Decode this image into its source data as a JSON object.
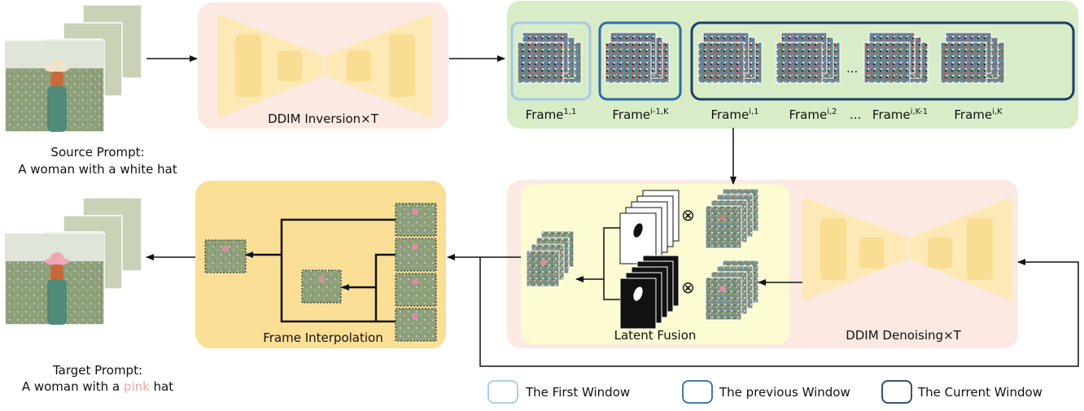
{
  "source_prompt": {
    "label": "Source Prompt:",
    "text": "A woman with a white hat"
  },
  "target_prompt": {
    "label": "Target Prompt:",
    "prefix": "A woman with a ",
    "highlight": "pink",
    "suffix": " hat",
    "highlight_color": "#f2a4a4"
  },
  "modules": {
    "inversion": "DDIM Inversion×T",
    "denoising": "DDIM Denoising×T",
    "fusion": "Latent Fusion",
    "interpolation": "Frame Interpolation"
  },
  "frames": [
    {
      "base": "Frame",
      "sup": "1,1"
    },
    {
      "base": "Frame",
      "sup": "i-1,K"
    },
    {
      "base": "Frame",
      "sup": "i,1"
    },
    {
      "base": "Frame",
      "sup": "i,2"
    },
    {
      "base": "Frame",
      "sup": "i,K-1"
    },
    {
      "base": "Frame",
      "sup": "i,K"
    }
  ],
  "ellipsis": "...",
  "fusion_operator": "⊗",
  "legend": [
    {
      "label": "The First Window",
      "color": "#a7c8e8"
    },
    {
      "label": "The previous Window",
      "color": "#2e6da4"
    },
    {
      "label": "The Current Window",
      "color": "#1c3f66"
    }
  ],
  "colors": {
    "peach_panel": "#fbe9e2",
    "green_panel": "#d8ecc8",
    "yellow_panel": "#fbdf96",
    "fusion_panel": "#fdfbd2",
    "unet_block": "#fce9b6",
    "first_window": "#a7c8e8",
    "previous_window": "#2e6da4",
    "current_window": "#1c3f66"
  }
}
